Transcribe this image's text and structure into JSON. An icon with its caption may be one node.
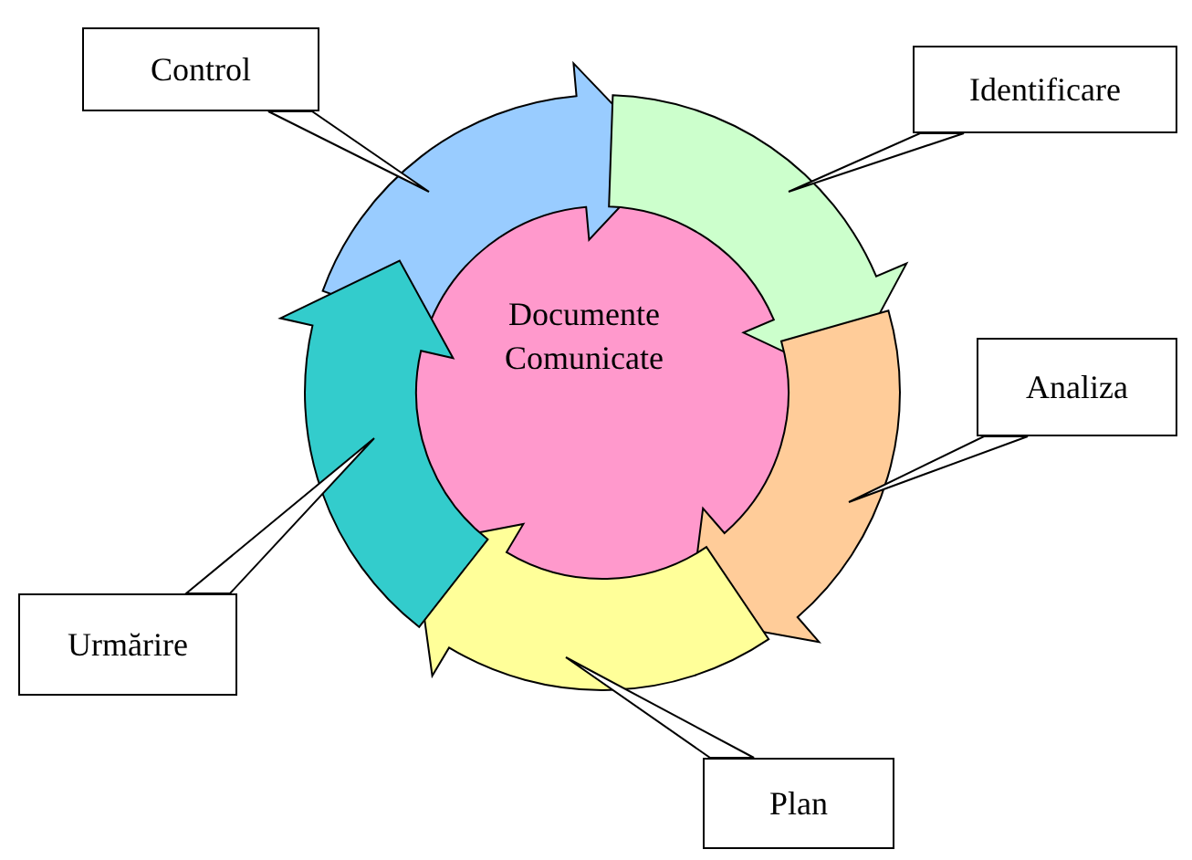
{
  "diagram": {
    "nodes": [
      {
        "text": [
          "Control"
        ]
      },
      {
        "text": [
          "Identificare"
        ]
      },
      {
        "text": [
          "Documente Comunicate"
        ]
      },
      {
        "text": [
          "Analiza"
        ]
      },
      {
        "text": [
          "Urmărire"
        ]
      },
      {
        "text": [
          "Plan"
        ]
      },
      {
        "text": [],
        "shape": "arrow"
      },
      {
        "text": [],
        "shape": "arrow"
      },
      {
        "text": [],
        "shape": "arrow"
      },
      {
        "text": [],
        "shape": "arrow"
      },
      {
        "text": [],
        "shape": "arrow"
      }
    ],
    "edges": [
      {
        "from": 0,
        "to": 6,
        "arrow": "none"
      },
      {
        "from": 1,
        "to": 7,
        "arrow": "none"
      },
      {
        "from": 3,
        "to": 8,
        "arrow": "none"
      },
      {
        "from": 5,
        "to": 9,
        "arrow": "none"
      },
      {
        "from": 4,
        "to": 10,
        "arrow": "none"
      }
    ]
  }
}
